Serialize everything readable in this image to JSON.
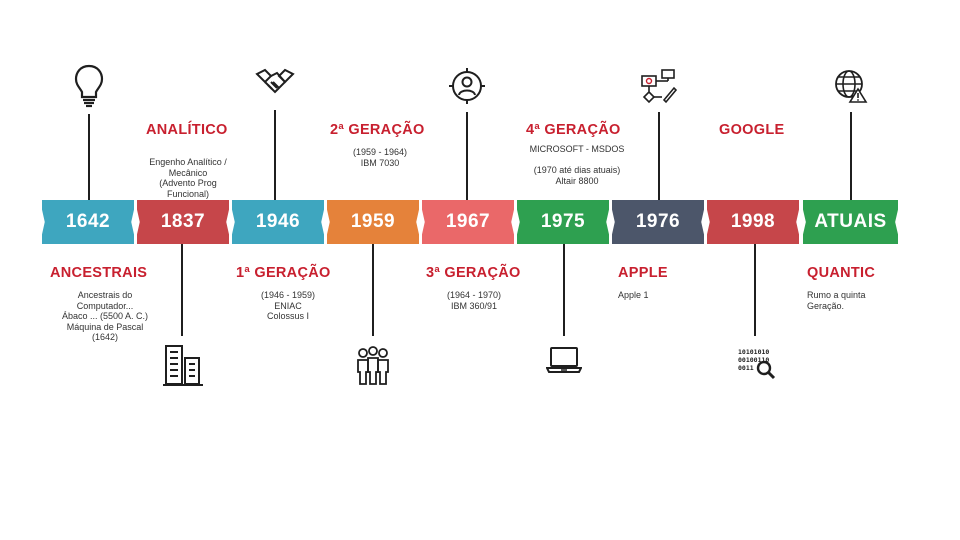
{
  "timeline": {
    "items": [
      {
        "year": "1642",
        "color": "#3ea6bf",
        "heading": "ANCESTRAIS",
        "details": "Ancestrais do\nComputador...\nÁbaco ... (5500 A. C.)\nMáquina de Pascal\n(1642)",
        "icon": "lightbulb-icon"
      },
      {
        "year": "1837",
        "color": "#c6464a",
        "heading": "ANALÍTICO",
        "details": "Engenho Analítico /\nMecânico\n(Advento Prog\nFuncional)",
        "icon": "buildings-icon"
      },
      {
        "year": "1946",
        "color": "#3ea6bf",
        "heading": "1ª GERAÇÃO",
        "details": "(1946 - 1959)\nENIAC\nColossus I",
        "icon": "handshake-icon"
      },
      {
        "year": "1959",
        "color": "#e5823a",
        "heading": "2ª GERAÇÃO",
        "details": "(1959 - 1964)\nIBM 7030",
        "icon": "people-icon"
      },
      {
        "year": "1967",
        "color": "#ea6869",
        "heading": "3ª GERAÇÃO",
        "details": "(1964 - 1970)\nIBM 360/91",
        "icon": "user-target-icon"
      },
      {
        "year": "1975",
        "color": "#2ea050",
        "heading": "4ª GERAÇÃO",
        "details": "MICROSOFT - MSDOS\n\n(1970 até dias atuais)\nAltair 8800",
        "icon": "laptop-icon"
      },
      {
        "year": "1976",
        "color": "#4c566a",
        "heading": "APPLE",
        "details": "Apple 1",
        "icon": "flowchart-icon"
      },
      {
        "year": "1998",
        "color": "#c6464a",
        "heading": "GOOGLE",
        "details": "",
        "icon": "binary-search-icon"
      },
      {
        "year": "ATUAIS",
        "color": "#2ea050",
        "heading": "QUANTIC",
        "details": "Rumo a quinta\nGeração.",
        "icon": "globe-warning-icon"
      }
    ],
    "binary_text": [
      "10101010",
      "00100110",
      "0011"
    ]
  }
}
